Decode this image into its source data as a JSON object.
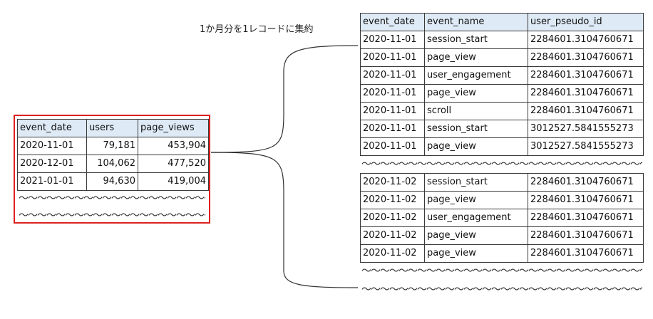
{
  "caption": "1か月分を1レコードに集約",
  "summary_table": {
    "headers": [
      "event_date",
      "users",
      "page_views"
    ],
    "rows": [
      [
        "2020-11-01",
        "79,181",
        "453,904"
      ],
      [
        "2020-12-01",
        "104,062",
        "477,520"
      ],
      [
        "2021-01-01",
        "94,630",
        "419,004"
      ]
    ],
    "continuation": "～～～～～～～～～～～～～～～～～～～～～"
  },
  "events_table_1": {
    "headers": [
      "event_date",
      "event_name",
      "user_pseudo_id"
    ],
    "rows": [
      [
        "2020-11-01",
        "session_start",
        "2284601.3104760671"
      ],
      [
        "2020-11-01",
        "page_view",
        "2284601.3104760671"
      ],
      [
        "2020-11-01",
        "user_engagement",
        "2284601.3104760671"
      ],
      [
        "2020-11-01",
        "page_view",
        "2284601.3104760671"
      ],
      [
        "2020-11-01",
        "scroll",
        "2284601.3104760671"
      ],
      [
        "2020-11-01",
        "session_start",
        "3012527.5841555273"
      ],
      [
        "2020-11-01",
        "page_view",
        "3012527.5841555273"
      ]
    ],
    "continuation": "～～～～～～～～～～～～～～～～～～～～～～～～～～～～～～～～"
  },
  "events_table_2": {
    "rows": [
      [
        "2020-11-02",
        "session_start",
        "2284601.3104760671"
      ],
      [
        "2020-11-02",
        "page_view",
        "2284601.3104760671"
      ],
      [
        "2020-11-02",
        "user_engagement",
        "2284601.3104760671"
      ],
      [
        "2020-11-02",
        "page_view",
        "2284601.3104760671"
      ],
      [
        "2020-11-02",
        "page_view",
        "2284601.3104760671"
      ]
    ],
    "continuation": "～～～～～～～～～～～～～～～～～～～～～～～～～～～～～～～～"
  },
  "colors": {
    "header_bg": "#deeaf6",
    "highlight_border": "#e02020",
    "line": "#3a3a3a"
  }
}
